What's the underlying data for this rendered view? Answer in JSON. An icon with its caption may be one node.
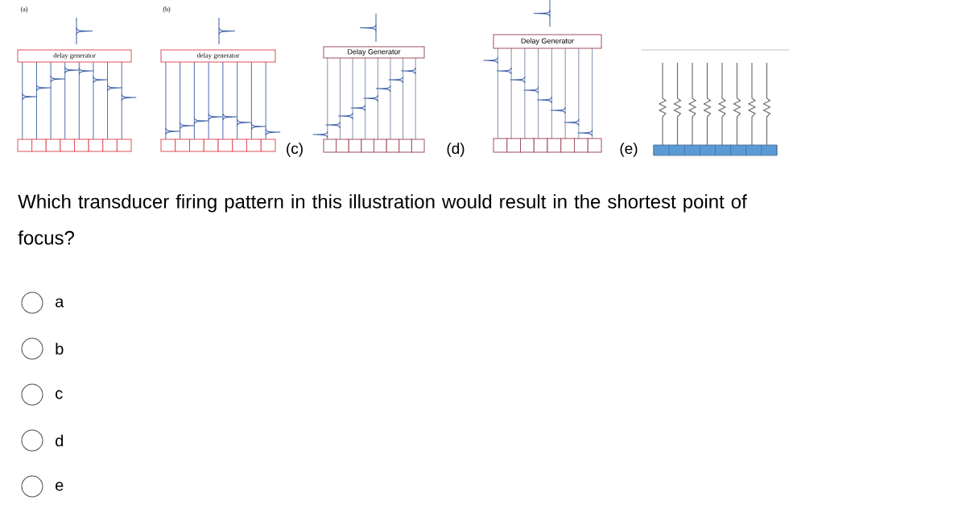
{
  "diagram": {
    "nodes": [
      {
        "text": [
          "delay generator"
        ]
      },
      {
        "text": [
          "delay generator"
        ]
      },
      {
        "text": [
          "Delay Generator"
        ]
      },
      {
        "text": [
          "Delay Generator"
        ]
      }
    ],
    "labels": [
      "(a)",
      "(b)",
      "(c)",
      "(d)",
      "(e)",
      "Which transducer firing pattern in this illustration would result in the shortest point of focus?",
      "a",
      "b",
      "c",
      "d",
      "e"
    ]
  }
}
